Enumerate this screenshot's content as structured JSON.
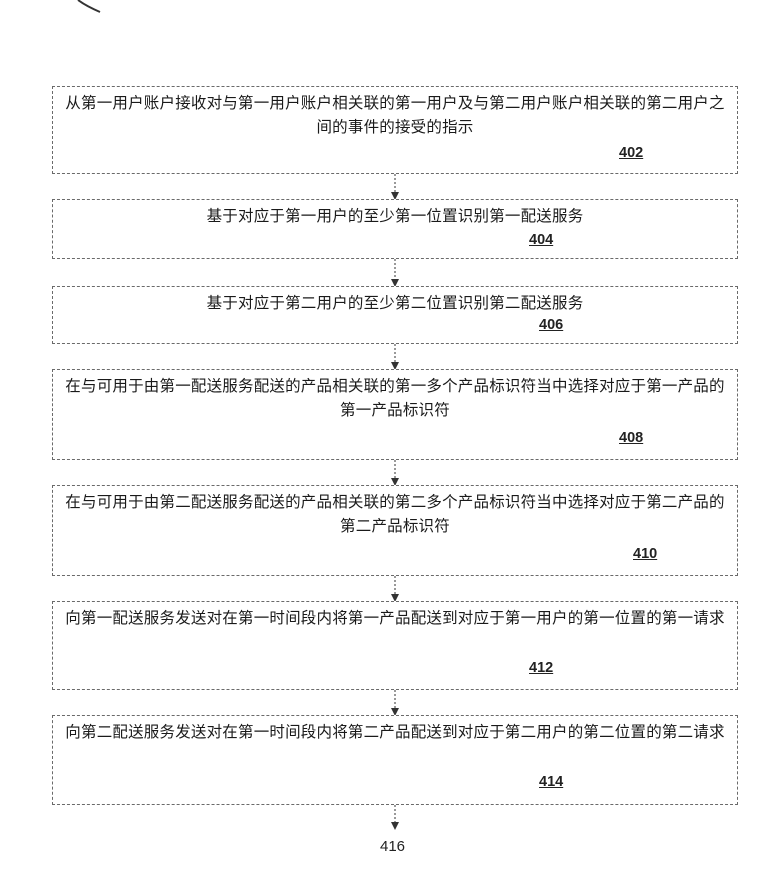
{
  "flowchart": {
    "steps": [
      {
        "text": "从第一用户账户接收对与第一用户账户相关联的第一用户及与第二用户账户相关联的第二用户之间的事件的接受的指示",
        "ref": "402"
      },
      {
        "text": "基于对应于第一用户的至少第一位置识别第一配送服务",
        "ref": "404"
      },
      {
        "text": "基于对应于第二用户的至少第二位置识别第二配送服务",
        "ref": "406"
      },
      {
        "text": "在与可用于由第一配送服务配送的产品相关联的第一多个产品标识符当中选择对应于第一产品的第一产品标识符",
        "ref": "408"
      },
      {
        "text": "在与可用于由第二配送服务配送的产品相关联的第二多个产品标识符当中选择对应于第二产品的第二产品标识符",
        "ref": "410"
      },
      {
        "text": "向第一配送服务发送对在第一时间段内将第一产品配送到对应于第一用户的第一位置的第一请求",
        "ref": "412"
      },
      {
        "text": "向第二配送服务发送对在第一时间段内将第二产品配送到对应于第二用户的第二位置的第二请求",
        "ref": "414"
      }
    ],
    "end_ref": "416"
  }
}
